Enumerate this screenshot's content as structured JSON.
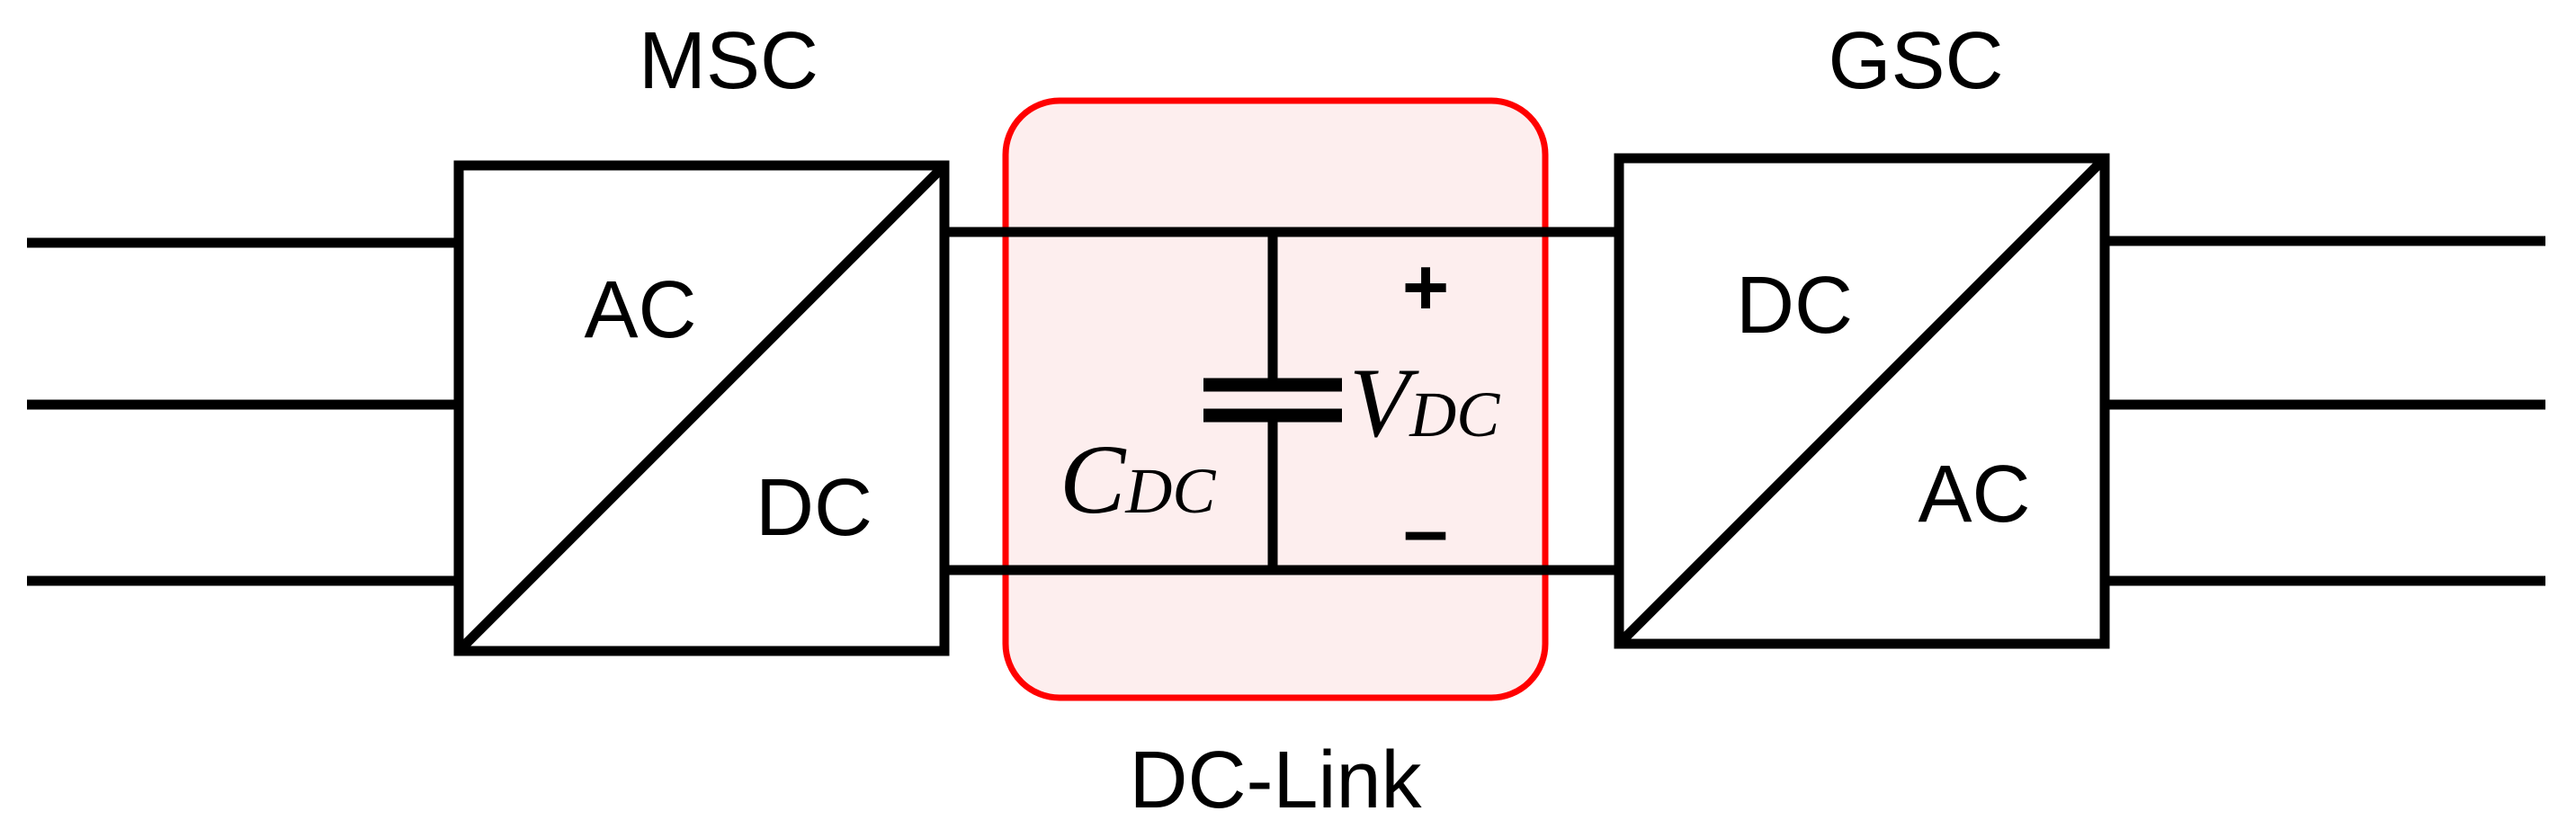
{
  "labels": {
    "msc": "MSC",
    "gsc": "GSC",
    "dc_link": "DC-Link",
    "msc_ac": "AC",
    "msc_dc": "DC",
    "gsc_dc": "DC",
    "gsc_ac": "AC",
    "cap_main": "C",
    "cap_sub": "DC",
    "volt_main": "V",
    "volt_sub": "DC",
    "plus": "+",
    "minus": "–"
  },
  "colors": {
    "line": "#000000",
    "dc_link_border": "#ff0000",
    "dc_link_fill": "#fdeeee",
    "background": "#ffffff"
  }
}
